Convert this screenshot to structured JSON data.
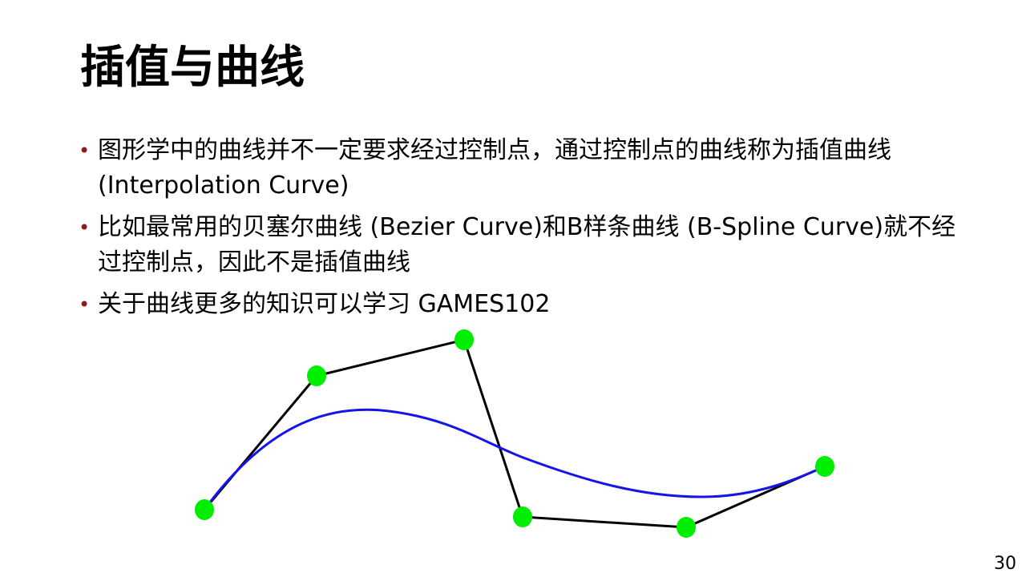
{
  "slide": {
    "title": "插值与曲线",
    "bullet_color": "#8b1a1a",
    "bullets": [
      "图形学中的曲线并不一定要求经过控制点，通过控制点的曲线称为插值曲线 (Interpolation Curve)",
      "比如最常用的贝塞尔曲线 (Bezier Curve)和B样条曲线 (B-Spline Curve)就不经过控制点，因此不是插值曲线",
      "关于曲线更多的知识可以学习 GAMES102"
    ],
    "page_number": "30"
  },
  "figure": {
    "control_point_color": "#00ee00",
    "polygon_color": "#000000",
    "curve_color": "#1515e8"
  }
}
